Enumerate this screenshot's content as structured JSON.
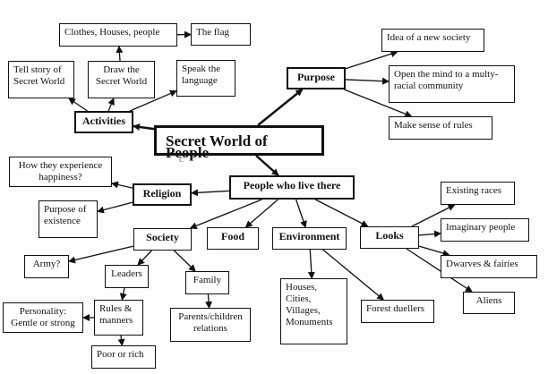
{
  "diagram": {
    "title": "Secret World of People",
    "nodes": {
      "root": "Secret World of People",
      "activities": "Activities",
      "tell_story": "Tell story of Secret World",
      "draw_world": "Draw the Secret World",
      "speak_language": "Speak the language",
      "clothes_houses": "Clothes, Houses, people",
      "the_flag": "The flag",
      "purpose": "Purpose",
      "idea_society": "Idea of a new society",
      "open_mind": "Open the mind to a multy-racial community",
      "make_sense": "Make sense of rules",
      "people_live": "People who live there",
      "religion": "Religion",
      "happiness": "How they experience happiness?",
      "purpose_existence": "Purpose of existence",
      "society": "Society",
      "food": "Food",
      "environment": "Environment",
      "looks": "Looks",
      "army": "Army?",
      "leaders": "Leaders",
      "family": "Family",
      "rules_manners": "Rules & manners",
      "personality": "Personality: Gentle or strong",
      "poor_rich": "Poor or rich",
      "parents_children": "Parents/children relations",
      "houses_cities": "Houses, Cities, Villages, Monuments",
      "forest_duellers": "Forest duellers",
      "existing_races": "Existing races",
      "imaginary_people": "Imaginary people",
      "dwarves_fairies": "Dwarves & fairies",
      "aliens": "Aliens"
    },
    "edges": [
      [
        "root",
        "activities"
      ],
      [
        "root",
        "purpose"
      ],
      [
        "root",
        "people_live"
      ],
      [
        "activities",
        "tell_story"
      ],
      [
        "activities",
        "draw_world"
      ],
      [
        "activities",
        "speak_language"
      ],
      [
        "draw_world",
        "clothes_houses"
      ],
      [
        "clothes_houses",
        "the_flag"
      ],
      [
        "purpose",
        "idea_society"
      ],
      [
        "purpose",
        "open_mind"
      ],
      [
        "purpose",
        "make_sense"
      ],
      [
        "people_live",
        "religion"
      ],
      [
        "people_live",
        "society"
      ],
      [
        "people_live",
        "food"
      ],
      [
        "people_live",
        "environment"
      ],
      [
        "people_live",
        "looks"
      ],
      [
        "religion",
        "happiness"
      ],
      [
        "religion",
        "purpose_existence"
      ],
      [
        "society",
        "army"
      ],
      [
        "society",
        "leaders"
      ],
      [
        "society",
        "family"
      ],
      [
        "leaders",
        "rules_manners"
      ],
      [
        "rules_manners",
        "personality"
      ],
      [
        "rules_manners",
        "poor_rich"
      ],
      [
        "family",
        "parents_children"
      ],
      [
        "environment",
        "houses_cities"
      ],
      [
        "environment",
        "forest_duellers"
      ],
      [
        "looks",
        "existing_races"
      ],
      [
        "looks",
        "imaginary_people"
      ],
      [
        "looks",
        "dwarves_fairies"
      ],
      [
        "looks",
        "aliens"
      ]
    ]
  }
}
